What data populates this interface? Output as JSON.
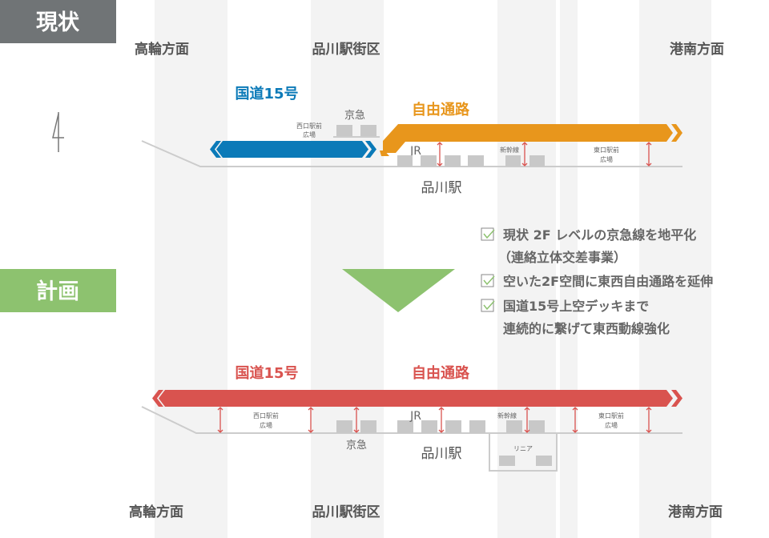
{
  "colors": {
    "current_label_bg": "#707476",
    "plan_label_bg": "#8dc26f",
    "route15_current": "#0b7ab8",
    "passage_current": "#e8961c",
    "plan": "#d9534f",
    "band": "#f3f3f3",
    "block": "#c8c8c8"
  },
  "current": {
    "label": "現状",
    "directions": {
      "west": "高輪方面",
      "center": "品川駅街区",
      "east": "港南方面"
    },
    "route15": "国道15号",
    "free_passage": "自由通路",
    "keikyu": "京急",
    "west_plaza": [
      "西口駅前",
      "広場"
    ],
    "east_plaza": [
      "東口駅前",
      "広場"
    ],
    "jr": "JR",
    "shinkansen": "新幹線",
    "station": "品川駅"
  },
  "plan": {
    "label": "計画",
    "directions": {
      "west": "高輪方面",
      "center": "品川駅街区",
      "east": "港南方面"
    },
    "route15": "国道15号",
    "free_passage": "自由通路",
    "keikyu": "京急",
    "west_plaza": [
      "西口駅前",
      "広場"
    ],
    "east_plaza": [
      "東口駅前",
      "広場"
    ],
    "jr": "JR",
    "shinkansen": "新幹線",
    "station": "品川駅",
    "linear": "リニア"
  },
  "checklist": [
    {
      "lines": [
        "現状 2F レベルの京急線を地平化",
        "（連絡立体交差事業）"
      ]
    },
    {
      "lines": [
        "空いた2F空間に東西自由通路を延伸"
      ]
    },
    {
      "lines": [
        "国道15号上空デッキまで",
        "連続的に繋げて東西動線強化"
      ]
    }
  ]
}
